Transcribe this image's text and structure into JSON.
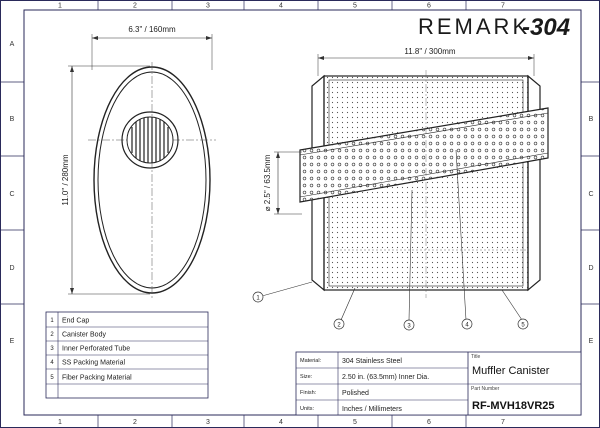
{
  "brand": {
    "name": "REMARK",
    "model": "-304"
  },
  "grid": {
    "columns": [
      "1",
      "2",
      "3",
      "4",
      "5",
      "6",
      "7"
    ],
    "rows": [
      "A",
      "B",
      "C",
      "D",
      "E"
    ]
  },
  "dimensions": {
    "end_width": "6.3\" / 160mm",
    "end_height": "11.0\" / 280mm",
    "body_length": "11.8\" / 300mm",
    "tube_diameter": "⌀ 2.5\" / 63.5mm"
  },
  "callouts": [
    "1",
    "2",
    "3",
    "4",
    "5"
  ],
  "parts_list": [
    {
      "no": "1",
      "name": "End Cap"
    },
    {
      "no": "2",
      "name": "Canister Body"
    },
    {
      "no": "3",
      "name": "Inner Perforated Tube"
    },
    {
      "no": "4",
      "name": "SS Packing Material"
    },
    {
      "no": "5",
      "name": "Fiber Packing Material"
    }
  ],
  "specs": [
    {
      "label": "Material:",
      "value": "304 Stainless Steel"
    },
    {
      "label": "Size:",
      "value": "2.50 in. (63.5mm) Inner Dia."
    },
    {
      "label": "Finish:",
      "value": "Polished"
    },
    {
      "label": "Units:",
      "value": "Inches / Millimeters"
    }
  ],
  "title_block": {
    "title_caption": "Title",
    "title": "Muffler Canister",
    "part_caption": "Part Number",
    "part_number": "RF-MVH18VR25"
  },
  "colors": {
    "border": "#2a2a5a",
    "line": "#333333",
    "paper": "#ffffff"
  }
}
